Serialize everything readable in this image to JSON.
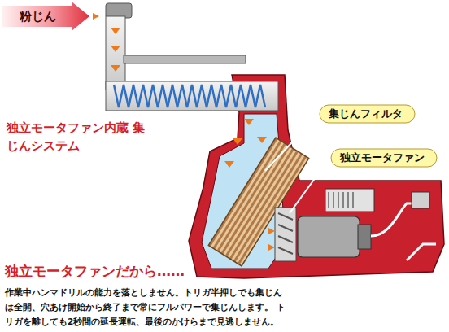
{
  "diagram": {
    "title": "独立モータファン内蔵 集じんシステム",
    "nodes": [
      {
        "text": [
          "粉じん"
        ]
      },
      {
        "text": [
          "集じんフィルタ"
        ]
      },
      {
        "text": [
          "独立モータファン"
        ]
      }
    ],
    "labels": [
      "独立モータファンだから……",
      "作業中ハンマドリルの能力を落としません。トリガ半押しでも集じん は全開、穴あけ開始から終了まで常にフルパワーで集じんします。 トリガを離しても2秒間の延長運転、最後のかけらまで見逃しません。"
    ]
  }
}
